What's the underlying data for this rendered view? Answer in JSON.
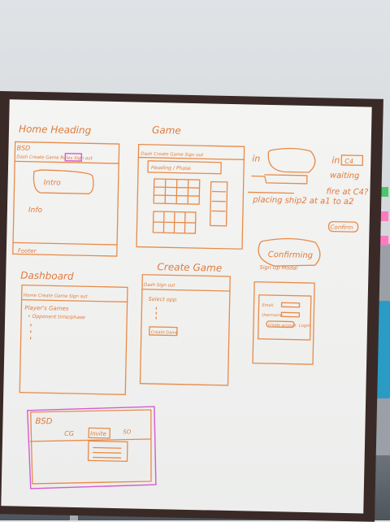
{
  "board": {
    "home_heading": "Home Heading",
    "home_bsd": "BSD",
    "home_nav": "Dash  Create Game  Rules  Sign out",
    "home_intro": "Intro",
    "home_info": "Info",
    "home_footer": "Footer",
    "game_title": "Game",
    "game_nav": "Dash  Create Game  Sign out",
    "game_heading": "Heading / Phase",
    "note_in_1": "in",
    "note_in_2": "in",
    "note_c4": "C4",
    "note_waiting": "waiting",
    "note_fire": "fire at C4?",
    "note_placing": "placing ship2 at a1 to a2",
    "note_confirm": "Confirm",
    "note_confirming": "Confirming",
    "dashboard_title": "Dashboard",
    "dashboard_nav": "Home  Create Game  Sign out",
    "dashboard_games": "Player's Games",
    "dashboard_row": "• Opponent  time/phase",
    "create_title": "Create Game",
    "create_nav": "Dash    Sign out",
    "create_select": "Select opp.",
    "create_button": "Create Game",
    "signup_title": "Sign Up Modal",
    "signup_email": "Email",
    "signup_username": "Username",
    "signup_button": "Create account",
    "signup_login": "Login",
    "modal_bsd": "BSD",
    "modal_nav": "CG",
    "modal_invite": "Invite",
    "modal_so": "SO"
  }
}
